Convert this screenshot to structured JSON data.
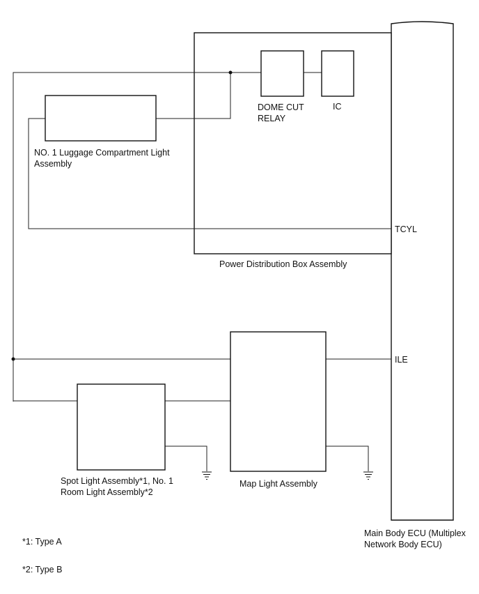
{
  "components": {
    "power_distribution_box": "Power Distribution Box Assembly",
    "dome_cut_relay": [
      "DOME CUT",
      "RELAY"
    ],
    "ic": "IC",
    "luggage_light": [
      "NO. 1 Luggage Compartment Light",
      "Assembly"
    ],
    "spot_light": [
      "Spot Light Assembly*1, No. 1",
      "Room Light Assembly*2"
    ],
    "map_light": "Map Light Assembly",
    "main_body_ecu": [
      "Main Body ECU (Multiplex",
      "Network Body ECU)"
    ]
  },
  "terminals": {
    "tcyl": "TCYL",
    "ile": "ILE"
  },
  "notes": {
    "type_a": "*1: Type A",
    "type_b": "*2: Type B"
  }
}
